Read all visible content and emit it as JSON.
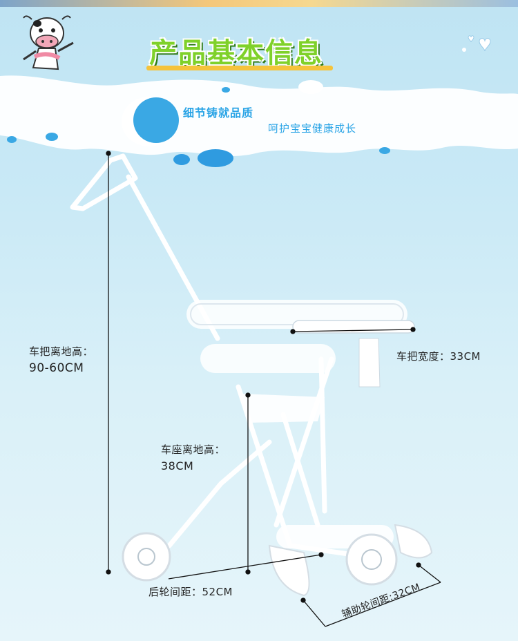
{
  "title": "产品基本信息",
  "slogan": {
    "line1": "细节铸就品质",
    "line2": "呵护宝宝健康成长"
  },
  "dimensions": {
    "handle_height_label": "车把离地高：",
    "handle_height_value": "90-60CM",
    "handle_width": "车把宽度：33CM",
    "seat_height_label": "车座离地高：",
    "seat_height_value": "38CM",
    "rear_wheel_span": "后轮间距：52CM",
    "aux_wheel_span": "辅助轮间距:32CM"
  },
  "icons": [
    "cow-mascot-icon",
    "hearts-icon"
  ],
  "colors": {
    "title": "#7fd12a",
    "accent": "#2aa4e6",
    "title_bar": "#f5c33b"
  }
}
